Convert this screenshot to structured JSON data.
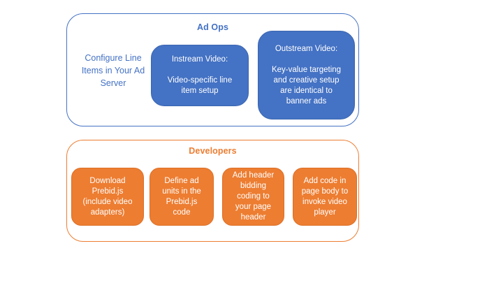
{
  "colors": {
    "blue": "#4472C4",
    "blue-edge": "#3B66B0",
    "orange": "#ED7D31",
    "orange-edge": "#DC6F26",
    "text-on-fill": "#FFFFFF",
    "bg": "#FFFFFF"
  },
  "ad_ops": {
    "title": "Ad Ops",
    "side_label": "Configure Line\nItems in Your Ad\nServer",
    "boxes": [
      {
        "id": "instream",
        "text": "Instream Video:\n\nVideo-specific line\nitem setup"
      },
      {
        "id": "outstream",
        "text": "Outstream Video:\n\nKey-value targeting\nand creative setup\nare identical to\nbanner ads"
      }
    ]
  },
  "developers": {
    "title": "Developers",
    "steps": [
      {
        "text": "Download\nPrebid.js\n(include video\nadapters)"
      },
      {
        "text": "Define ad\nunits in the\nPrebid.js\ncode"
      },
      {
        "text": "Add header\nbidding\ncoding to\nyour page\nheader"
      },
      {
        "text": "Add code in\npage body to\ninvoke video\nplayer"
      }
    ]
  }
}
